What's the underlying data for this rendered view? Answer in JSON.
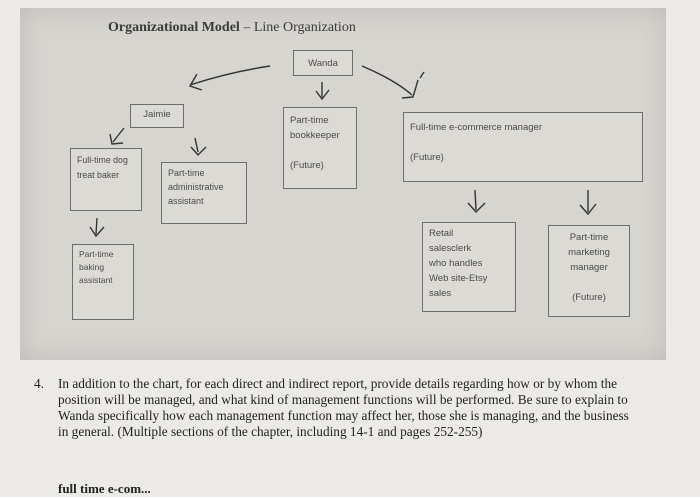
{
  "title": {
    "bold": "Organizational Model",
    "dash": " – ",
    "normal": "Line Organization"
  },
  "nodes": {
    "wanda": [
      "Wanda"
    ],
    "jaimie": [
      "Jaimie"
    ],
    "bookkeeper": [
      "Part-time",
      "bookkeeper",
      "",
      "(Future)"
    ],
    "ecommerce": [
      "Full-time e-commerce manager",
      "",
      "(Future)"
    ],
    "dog_baker": [
      "Full-time dog",
      "treat baker"
    ],
    "admin": [
      "Part-time",
      "administrative",
      "assistant"
    ],
    "baking_assistant": [
      "Part-time",
      "baking",
      "assistant"
    ],
    "salesclerk": [
      "Retail",
      "salesclerk",
      "who handles",
      "Web site-Etsy",
      "sales"
    ],
    "marketing": [
      "Part-time",
      "marketing",
      "manager",
      "",
      "(Future)"
    ]
  },
  "question": {
    "number": "4.",
    "text": "In addition to the chart, for each direct and indirect report, provide details regarding how or by whom the position will be managed, and what kind of management functions will be performed. Be sure to explain to Wanda specifically how each management function may affect her, those she is managing, and the business in general. (Multiple sections of the chapter, including 14-1 and pages 252-255)"
  },
  "answer_fragment": "full time e-com..."
}
